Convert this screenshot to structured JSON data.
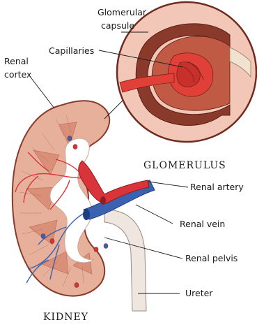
{
  "labels": {
    "glomerular_capsule_1": "Glomerular",
    "glomerular_capsule_2": "capsule",
    "capillaries": "Capillaries",
    "renal_cortex_1": "Renal",
    "renal_cortex_2": "cortex",
    "renal_artery": "Renal artery",
    "renal_vein": "Renal vein",
    "renal_pelvis": "Renal pelvis",
    "ureter": "Ureter"
  },
  "captions": {
    "glomerulus": "GLOMERULUS",
    "kidney": "KIDNEY"
  },
  "colors": {
    "cortex": "#e7b09a",
    "cortex_edge": "#8a3a2a",
    "medulla": "#d98f78",
    "pelvis": "#ffffff",
    "artery": "#d8343a",
    "vein": "#3a62b0",
    "ureter": "#efe7df",
    "capsule_dark": "#6e2a1e",
    "inset_bg": "#f3c7b7"
  }
}
